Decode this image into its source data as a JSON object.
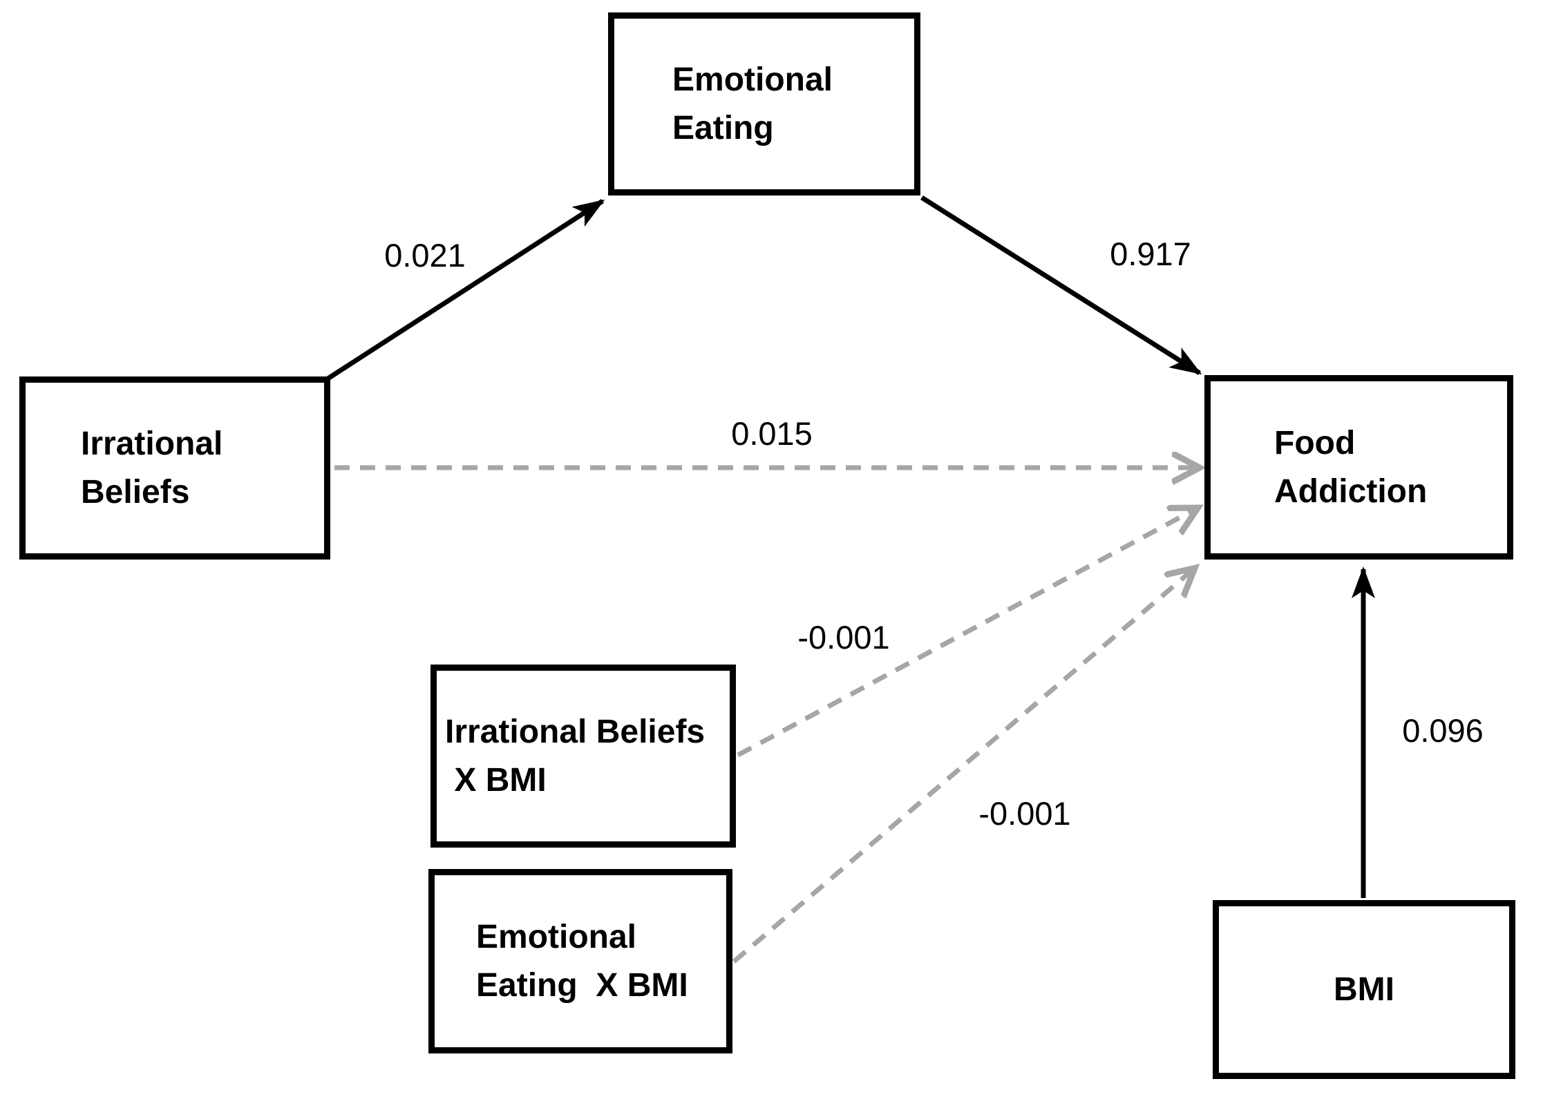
{
  "figure": {
    "type": "path-diagram",
    "description": "Moderated mediation model: Irrational Beliefs, Emotional Eating, BMI and Food Addiction"
  },
  "nodes": {
    "emotional_eating": {
      "line1": "Emotional",
      "line2": "Eating"
    },
    "irrational_beliefs": {
      "line1": "Irrational",
      "line2": "Beliefs"
    },
    "food_addiction": {
      "line1": "Food",
      "line2": "Addiction"
    },
    "irrational_beliefs_x_bmi": {
      "line1": "Irrational Beliefs",
      "line2": " X BMI"
    },
    "emotional_eating_x_bmi": {
      "line1": "Emotional",
      "line2": "Eating  X BMI"
    },
    "bmi": {
      "line1": "BMI"
    }
  },
  "edges": {
    "ib_to_ee": {
      "from": "Irrational Beliefs",
      "to": "Emotional Eating",
      "label": "0.021",
      "style": "solid-black"
    },
    "ee_to_fa": {
      "from": "Emotional Eating",
      "to": "Food Addiction",
      "label": "0.917",
      "style": "solid-black"
    },
    "ib_to_fa": {
      "from": "Irrational Beliefs",
      "to": "Food Addiction",
      "label": "0.015",
      "style": "dashed-gray"
    },
    "ibxbmi_to_fa": {
      "from": "Irrational Beliefs X BMI",
      "to": "Food Addiction",
      "label": "-0.001",
      "style": "dashed-gray"
    },
    "eexbmi_to_fa": {
      "from": "Emotional Eating X BMI",
      "to": "Food Addiction",
      "label": "-0.001",
      "style": "dashed-gray"
    },
    "bmi_to_fa": {
      "from": "BMI",
      "to": "Food Addiction",
      "label": "0.096",
      "style": "solid-black"
    }
  },
  "colors": {
    "solid_line": "#000000",
    "dashed_line": "#a6a6a6",
    "node_border": "#000000",
    "node_fill": "#ffffff",
    "text": "#000000",
    "background": "#ffffff"
  }
}
